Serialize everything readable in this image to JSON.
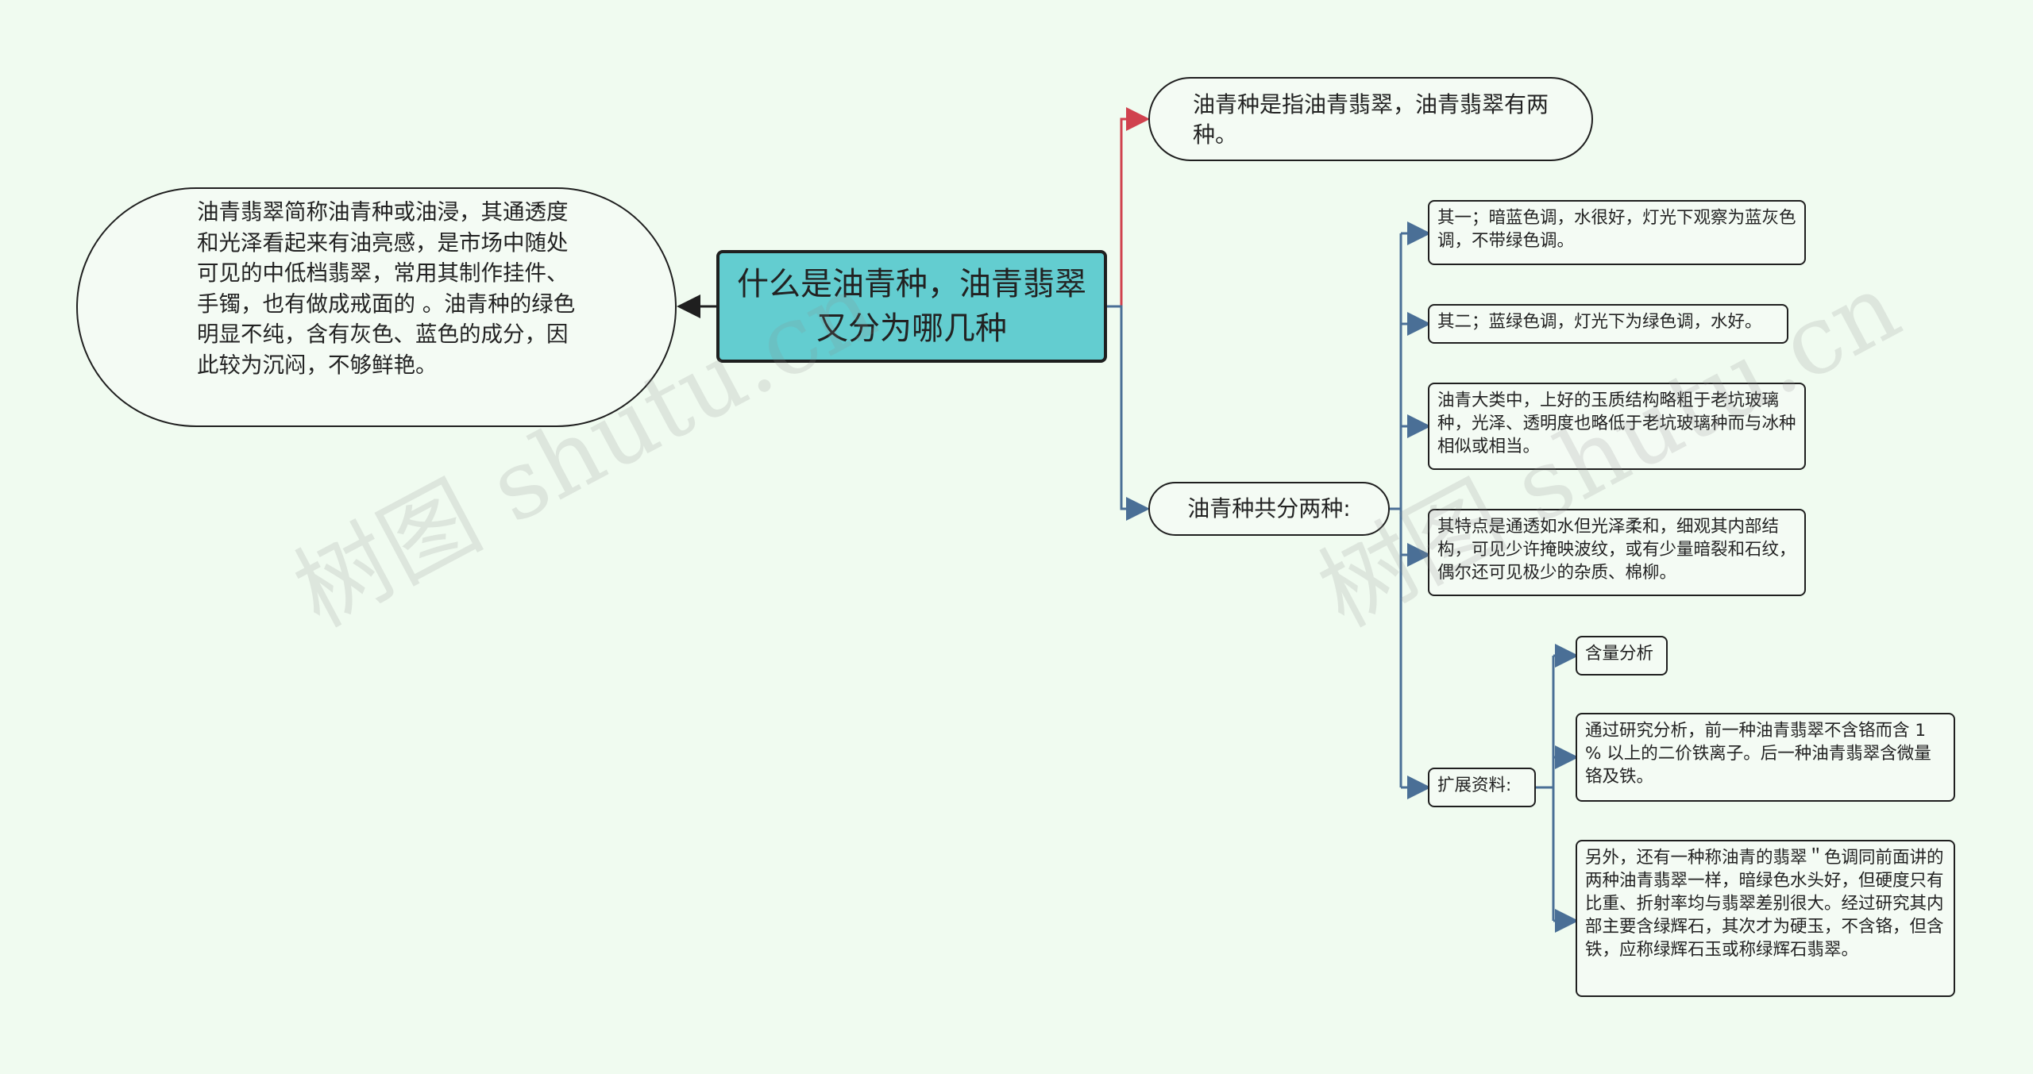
{
  "center": {
    "title": "什么是油青种，油青翡翠又分为哪几种"
  },
  "left_description": "油青翡翠简称油青种或油浸，其通透度和光泽看起来有油亮感，是市场中随处可见的中低档翡翠，常用其制作挂件、手镯，也有做成戒面的 。油青种的绿色明显不纯，含有灰色、蓝色的成分，因此较为沉闷，不够鲜艳。",
  "definition": "油青种是指油青翡翠，油青翡翠有两种。",
  "two_types": {
    "label": "油青种共分两种:",
    "items": [
      "其一；暗蓝色调，水很好，灯光下观察为蓝灰色调，不带绿色调。",
      "其二；蓝绿色调，灯光下为绿色调，水好。",
      "油青大类中，上好的玉质结构略粗于老坑玻璃种，光泽、透明度也略低于老坑玻璃种而与冰种相似或相当。",
      "其特点是通透如水但光泽柔和，细观其内部结构，可见少许掩映波纹，或有少量暗裂和石纹，偶尔还可见极少的杂质、棉柳。"
    ]
  },
  "extended": {
    "label": "扩展资料:",
    "items": [
      "含量分析",
      "通过研究分析，前一种油青翡翠不含铬而含 1 % 以上的二价铁离子。后一种油青翡翠含微量铬及铁。",
      "另外，还有一种称油青的翡翠＂色调同前面讲的两种油青翡翠一样，暗绿色水头好，但硬度只有  比重、折射率均与翡翠差别很大。经过研究其内部主要含绿辉石，其次才为硬玉，不含铬，但含铁，应称绿辉石玉或称绿辉石翡翠。"
    ]
  },
  "watermark": {
    "text_1": "树图 shutu.cn",
    "text_2": "树图 shutu.cn"
  },
  "colors": {
    "background": "#f0fbf0",
    "center_fill": "#63cdd0",
    "branch_red": "#d0424e",
    "branch_blue": "#4a6f96",
    "border": "#1f1f1f"
  }
}
